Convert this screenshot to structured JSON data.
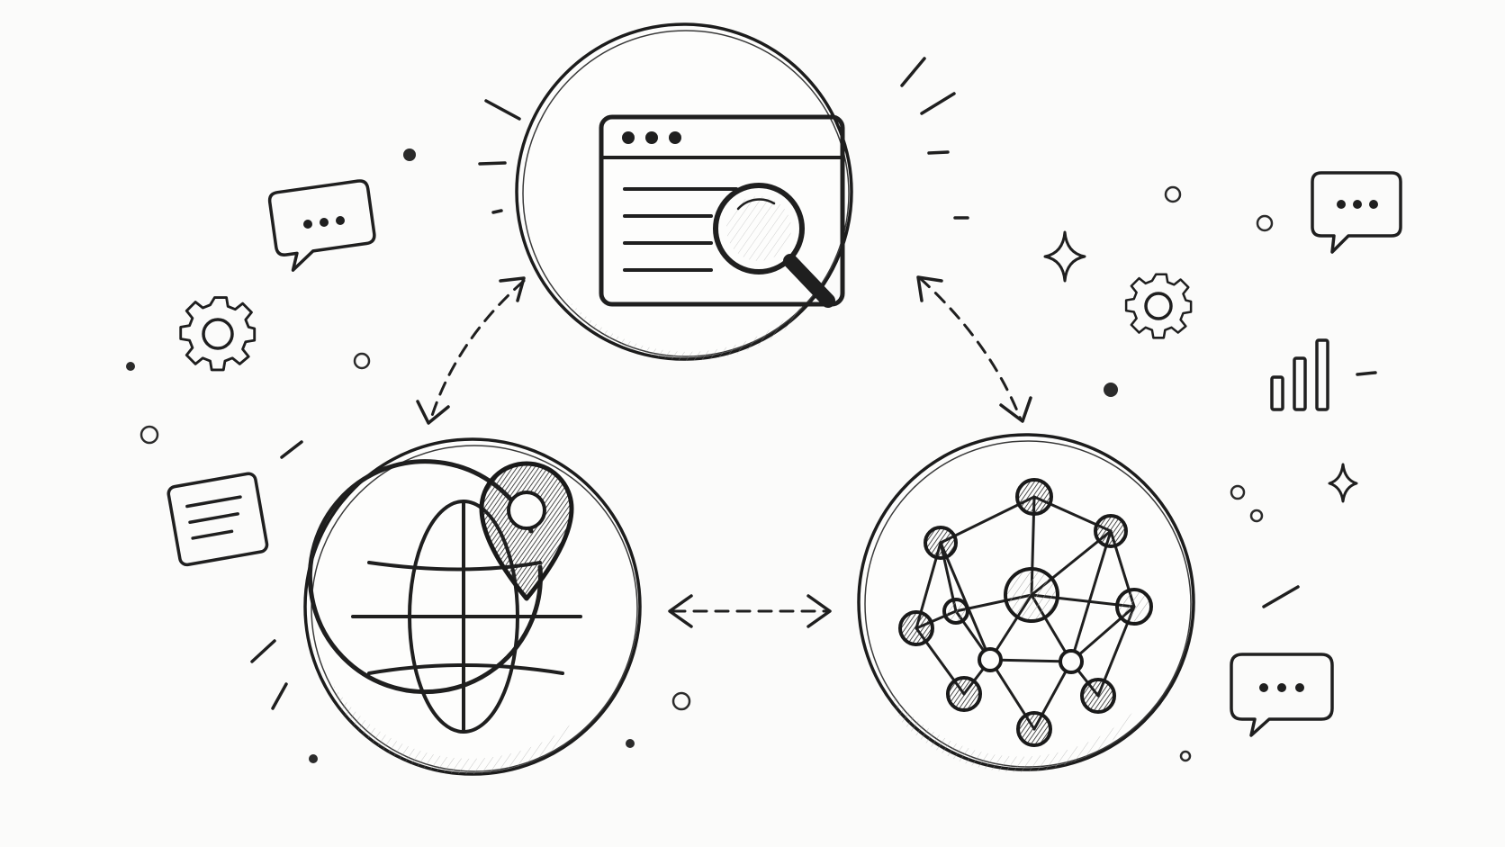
{
  "diagram": {
    "nodes": [
      {
        "id": "web-search",
        "icon": "browser-magnifier-icon"
      },
      {
        "id": "global-location",
        "icon": "globe-location-pin-icon"
      },
      {
        "id": "network",
        "icon": "network-graph-icon"
      }
    ],
    "edges": [
      {
        "from": "web-search",
        "to": "global-location",
        "style": "dashed",
        "direction": "both"
      },
      {
        "from": "web-search",
        "to": "network",
        "style": "dashed",
        "direction": "both"
      },
      {
        "from": "global-location",
        "to": "network",
        "style": "dashed",
        "direction": "both"
      }
    ],
    "decorations": [
      "speech-bubble-icon",
      "gear-icon",
      "sparkle-icon",
      "bar-chart-icon",
      "note-card-icon"
    ]
  },
  "colors": {
    "ink": "#1f1f1f",
    "background": "#fbfbfa"
  }
}
